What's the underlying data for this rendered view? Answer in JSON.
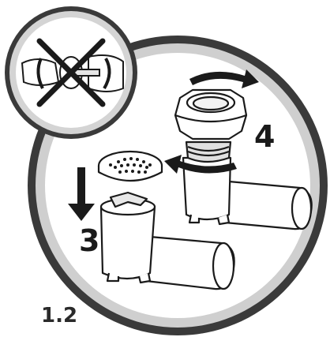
{
  "figure_label": "1.2",
  "steps": [
    {
      "number": "3",
      "action": "insert-grinder-plate",
      "arrow": "arrow-down-icon"
    },
    {
      "number": "4",
      "action": "screw-on-locking-ring",
      "arrow": "rotate-clockwise-icon"
    }
  ],
  "prohibited": {
    "icon": "prohibited-cross-icon",
    "depicts": "blade-cleaning-by-hand-icon"
  },
  "colors": {
    "ring_outer": "#3a3a3a",
    "ring_inner": "#d9d9d9",
    "line": "#1a1a1a",
    "fill": "#ffffff"
  }
}
